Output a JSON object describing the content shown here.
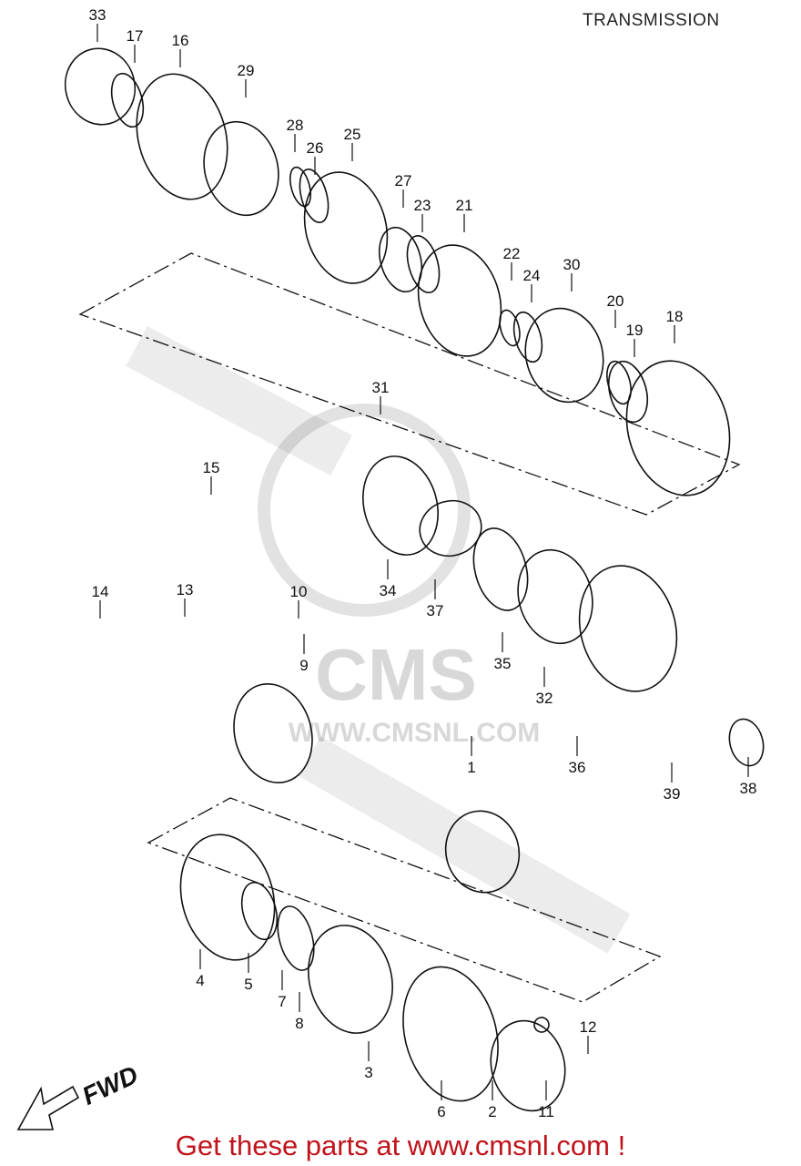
{
  "title": "TRANSMISSION",
  "watermark": {
    "logo": "CMS",
    "url": "WWW.CMSNL.COM"
  },
  "direction_label": "FWD",
  "part_labels": [
    "33",
    "17",
    "16",
    "29",
    "28",
    "26",
    "25",
    "27",
    "23",
    "21",
    "22",
    "24",
    "30",
    "20",
    "19",
    "18",
    "31",
    "15",
    "34",
    "37",
    "35",
    "32",
    "36",
    "39",
    "38",
    "14",
    "13",
    "10",
    "9",
    "1",
    "4",
    "5",
    "7",
    "8",
    "3",
    "6",
    "2",
    "11",
    "12"
  ],
  "footer": "Get these parts at www.cmsnl.com !"
}
